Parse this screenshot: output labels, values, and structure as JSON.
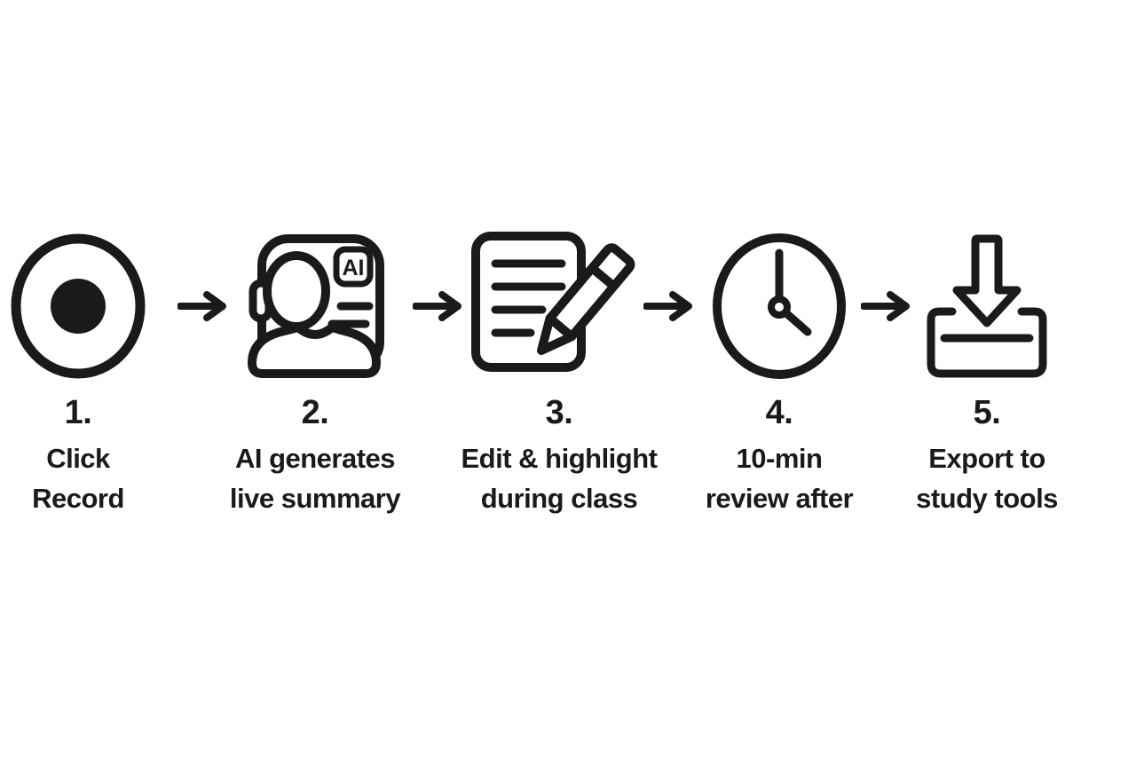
{
  "page": {
    "background_color": "#ffffff",
    "ink_color": "#1a1a1a",
    "type": "process-flow-diagram"
  },
  "steps": [
    {
      "number": "1.",
      "label_line1": "Click",
      "label_line2": "Record",
      "icon": "record-icon"
    },
    {
      "number": "2.",
      "label_line1": "AI generates",
      "label_line2": "live summary",
      "icon": "ai-assistant-icon",
      "badge": "AI"
    },
    {
      "number": "3.",
      "label_line1": "Edit & highlight",
      "label_line2": "during class",
      "icon": "edit-note-icon"
    },
    {
      "number": "4.",
      "label_line1": "10-min",
      "label_line2": "review after",
      "icon": "clock-icon"
    },
    {
      "number": "5.",
      "label_line1": "Export to",
      "label_line2": "study tools",
      "icon": "download-icon"
    }
  ],
  "connector": {
    "icon": "arrow-right-icon",
    "symbol": "→",
    "count": 4
  }
}
